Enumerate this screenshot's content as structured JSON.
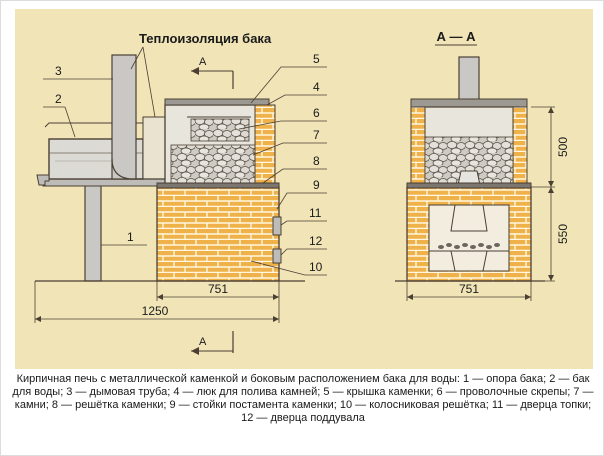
{
  "diagram": {
    "heading_insulation": "Теплоизоляция бака",
    "section_label": "А — А",
    "section_mark_letter": "А",
    "dimensions": {
      "left_base_width": "751",
      "total_width": "1250",
      "right_base_width": "751",
      "right_upper_height": "500",
      "right_lower_height": "550"
    },
    "callouts": {
      "n1": "1",
      "n2": "2",
      "n3": "3",
      "n4": "4",
      "n5": "5",
      "n6": "6",
      "n7": "7",
      "n8": "8",
      "n9": "9",
      "n10": "10",
      "n11": "11",
      "n12": "12"
    },
    "colors": {
      "paper": "#f1e5b8",
      "brick": "#efb24a",
      "line": "#4a3f33",
      "stone": "#d5d2cb",
      "metal": "#c9c8c4"
    }
  },
  "caption": {
    "text": "Кирпичная печь с металлической каменкой и боковым расположением бака для воды: 1 — опора бака; 2 — бак для воды; 3 — дымовая труба; 4 — люк для полива камней; 5 — крышка каменки; 6 — проволочные скрепы; 7 — камни; 8 — решётка каменки; 9 — стойки постамента каменки; 10 — колосниковая решётка; 11 — дверца топки; 12 — дверца поддувала"
  }
}
